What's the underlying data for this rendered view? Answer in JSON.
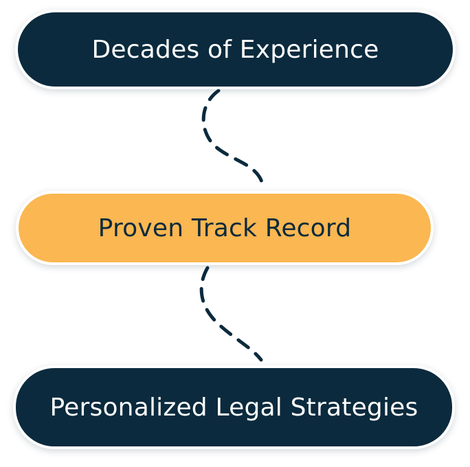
{
  "steps": [
    {
      "label": "Decades of Experience",
      "style": "dark"
    },
    {
      "label": "Proven Track Record",
      "style": "accent"
    },
    {
      "label": "Personalized Legal Strategies",
      "style": "dark"
    }
  ],
  "colors": {
    "dark": "#0b2a3d",
    "accent": "#fbb751",
    "border": "#ffffff"
  }
}
